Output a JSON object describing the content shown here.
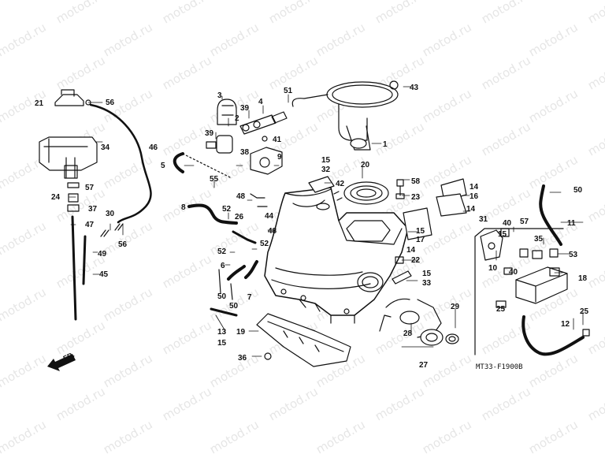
{
  "watermark": "motod.ru",
  "drawing_code": "MT33-F1900B",
  "direction_label": "FR.",
  "colors": {
    "ink": "#111111",
    "watermark": "#e6e6e6",
    "background": "#ffffff"
  },
  "callouts": [
    "1",
    "2",
    "3",
    "4",
    "5",
    "6",
    "7",
    "8",
    "9",
    "10",
    "11",
    "12",
    "13",
    "14",
    "15",
    "16",
    "17",
    "18",
    "19",
    "20",
    "21",
    "22",
    "23",
    "24",
    "25",
    "26",
    "27",
    "28",
    "29",
    "30",
    "31",
    "32",
    "33",
    "34",
    "35",
    "36",
    "37",
    "38",
    "39",
    "40",
    "41",
    "42",
    "43",
    "44",
    "45",
    "46",
    "47",
    "48",
    "49",
    "50",
    "51",
    "52",
    "53",
    "55",
    "56",
    "57",
    "58"
  ]
}
